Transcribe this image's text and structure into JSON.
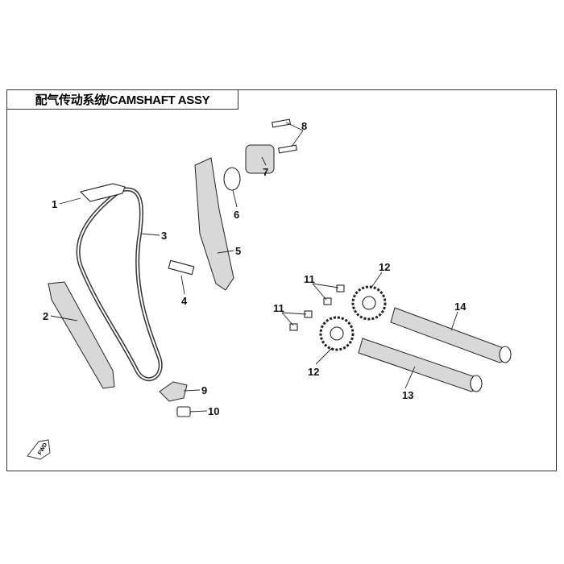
{
  "title": "配气传动系统/CAMSHAFT ASSY",
  "fwd_icon_text": "FWD",
  "callouts": [
    "1",
    "2",
    "3",
    "4",
    "5",
    "6",
    "7",
    "8",
    "9",
    "10",
    "11",
    "11",
    "12",
    "12",
    "13",
    "14"
  ]
}
